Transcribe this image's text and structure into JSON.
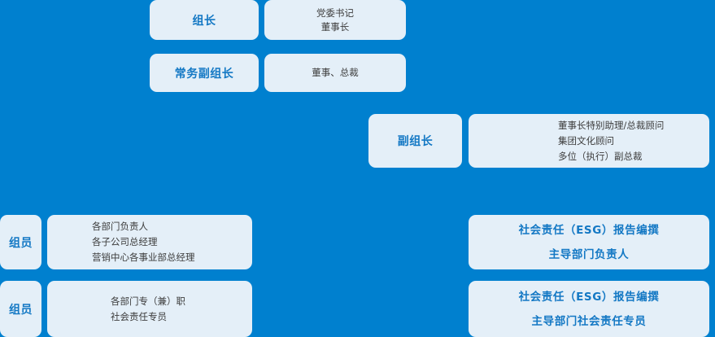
{
  "background_color": "#0080CF",
  "card_color": "#E4EFF8",
  "accent_text_color": "#1378C4",
  "detail_text_color": "#3D3D3D",
  "org_chart": {
    "rows": [
      {
        "role": "组长",
        "details": [
          "党委书记",
          "董事长"
        ]
      },
      {
        "role": "常务副组长",
        "details": [
          "董事、总裁"
        ]
      },
      {
        "role": "副组长",
        "details": [
          "董事长特别助理/总裁顾问",
          "集团文化顾问",
          "多位（执行）副总裁"
        ]
      },
      {
        "role": "组员",
        "details": [
          "各部门负责人",
          "各子公司总经理",
          "营销中心各事业部总经理"
        ],
        "side": [
          "社会责任（ESG）报告编撰",
          "主导部门负责人"
        ]
      },
      {
        "role": "组员",
        "details": [
          "各部门专（兼）职",
          "社会责任专员"
        ],
        "side": [
          "社会责任（ESG）报告编撰",
          "主导部门社会责任专员"
        ]
      }
    ]
  }
}
